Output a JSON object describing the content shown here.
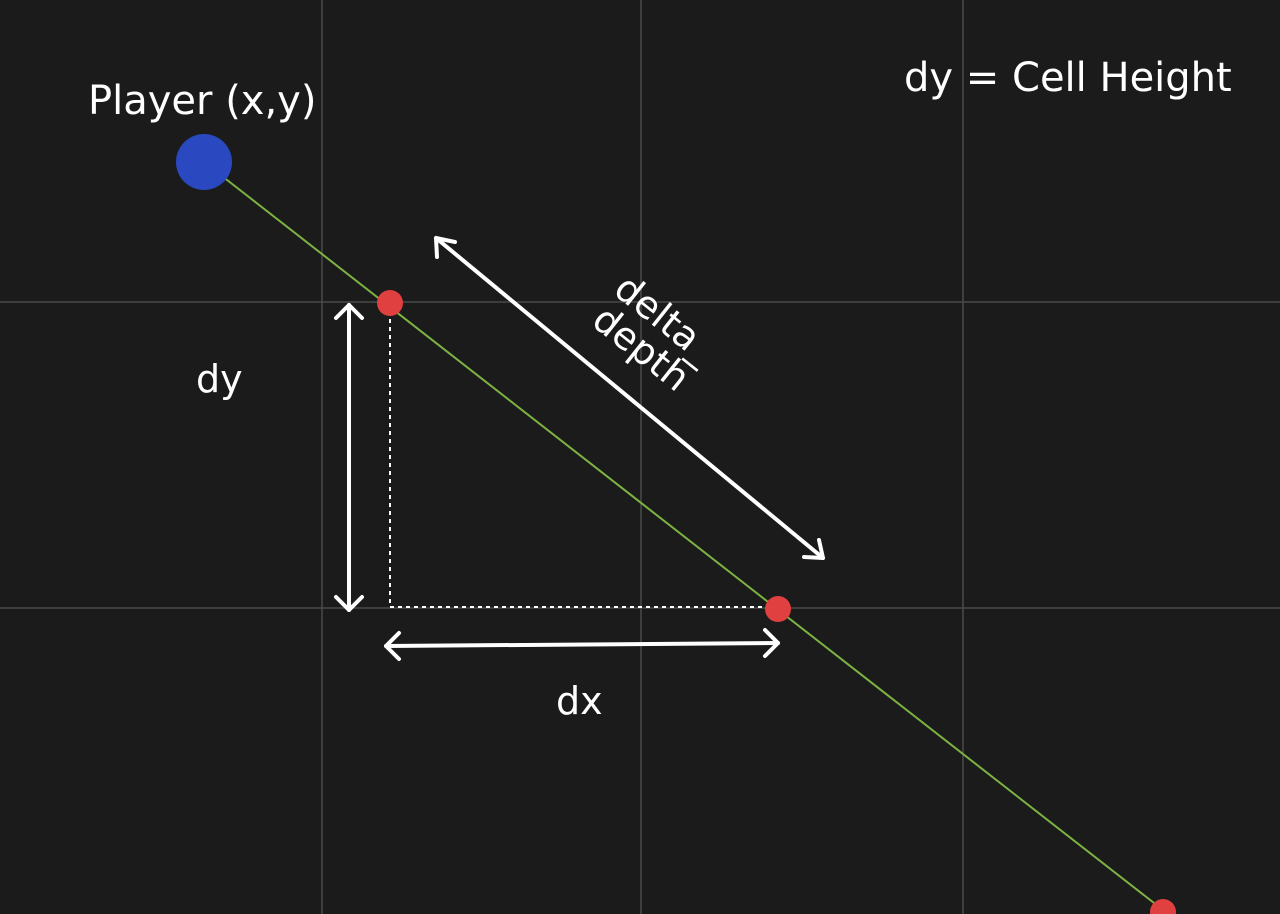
{
  "labels": {
    "player": "Player (x,y)",
    "legend": "dy = Cell Height",
    "dy": "dy",
    "dx": "dx",
    "delta_depth_line1": "delta_",
    "delta_depth_line2": "depth"
  },
  "colors": {
    "background": "#1b1b1b",
    "grid": "#4a4a4a",
    "ray": "#7cb342",
    "player": "#2a48c0",
    "intersection": "#e04040",
    "annotation": "#ffffff"
  }
}
